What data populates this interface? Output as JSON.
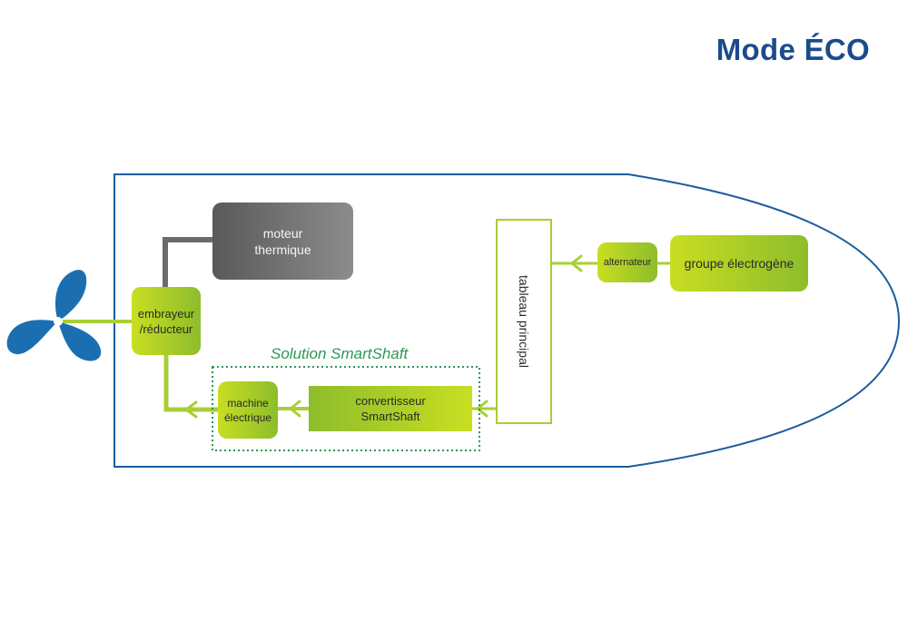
{
  "title": "Mode ÉCO",
  "colors": {
    "title": "#1a4c8c",
    "hull": "#1a5c9e",
    "propeller": "#1b6fb0",
    "green_light": "#c8de22",
    "green_dark": "#8dbd2c",
    "engine_gray": "#6b6b6b",
    "dotted_border": "#2f9656"
  },
  "nodes": {
    "engine": "moteur\nthermique",
    "clutch": "embrayeur\n/réducteur",
    "machine": "machine\nélectrique",
    "converter": "convertisseur\nSmartShaft",
    "tableau": "tableau principal",
    "alternator": "alternateur",
    "generator": "groupe électrogène"
  },
  "group_label": "Solution SmartShaft",
  "icons": [
    "propeller-icon"
  ]
}
